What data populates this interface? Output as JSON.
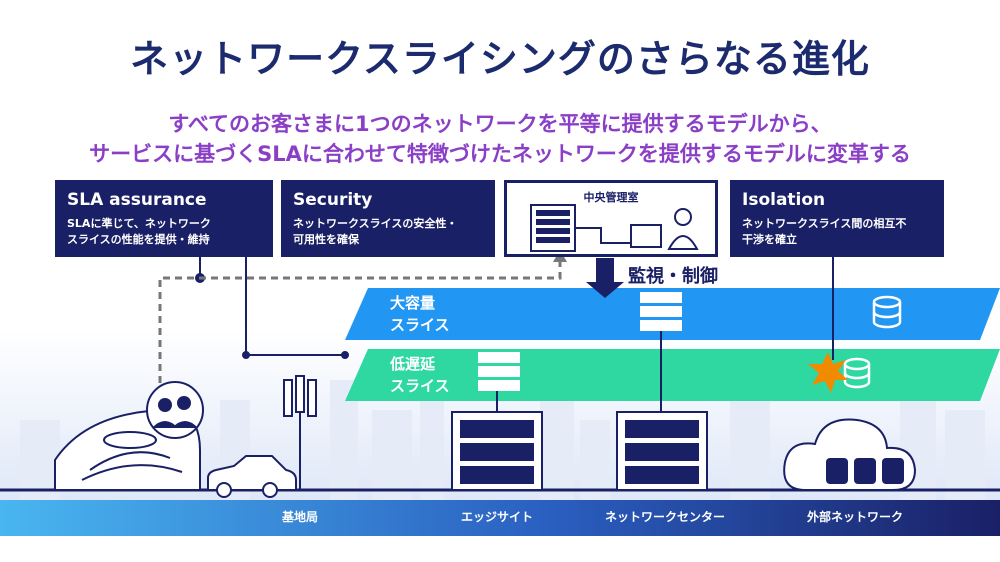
{
  "title": "ネットワークスライシングのさらなる進化",
  "subtitle": {
    "line1": "すべてのお客さまに1つのネットワークを平等に提供するモデルから、",
    "line2": "サービスに基づくSLAに合わせて特徴づけたネットワークを提供するモデルに変革する"
  },
  "boxes": {
    "sla": {
      "heading": "SLA assurance",
      "line1": "SLAに準じて、ネットワーク",
      "line2": "スライスの性能を提供・維持"
    },
    "security": {
      "heading": "Security",
      "line1": "ネットワークスライスの安全性・",
      "line2": "可用性を確保"
    },
    "control_room": {
      "heading": "中央管理室"
    },
    "isolation": {
      "heading": "Isolation",
      "line1": "ネットワークスライス間の相互不",
      "line2": "干渉を確立"
    }
  },
  "control_label": "監視・制御",
  "slices": {
    "large": {
      "line1": "大容量",
      "line2": "スライス"
    },
    "low_latency": {
      "line1": "低遅延",
      "line2": "スライス"
    }
  },
  "ground_labels": {
    "base_station": "基地局",
    "edge_site": "エッジサイト",
    "network_center": "ネットワークセンター",
    "external_network": "外部ネットワーク"
  },
  "colors": {
    "navy": "#1a2066",
    "large_slice": "#2196f3",
    "low_latency_slice": "#2ed8a0",
    "accent_purple": "#8a3fc6",
    "burst": "#f28a00"
  }
}
